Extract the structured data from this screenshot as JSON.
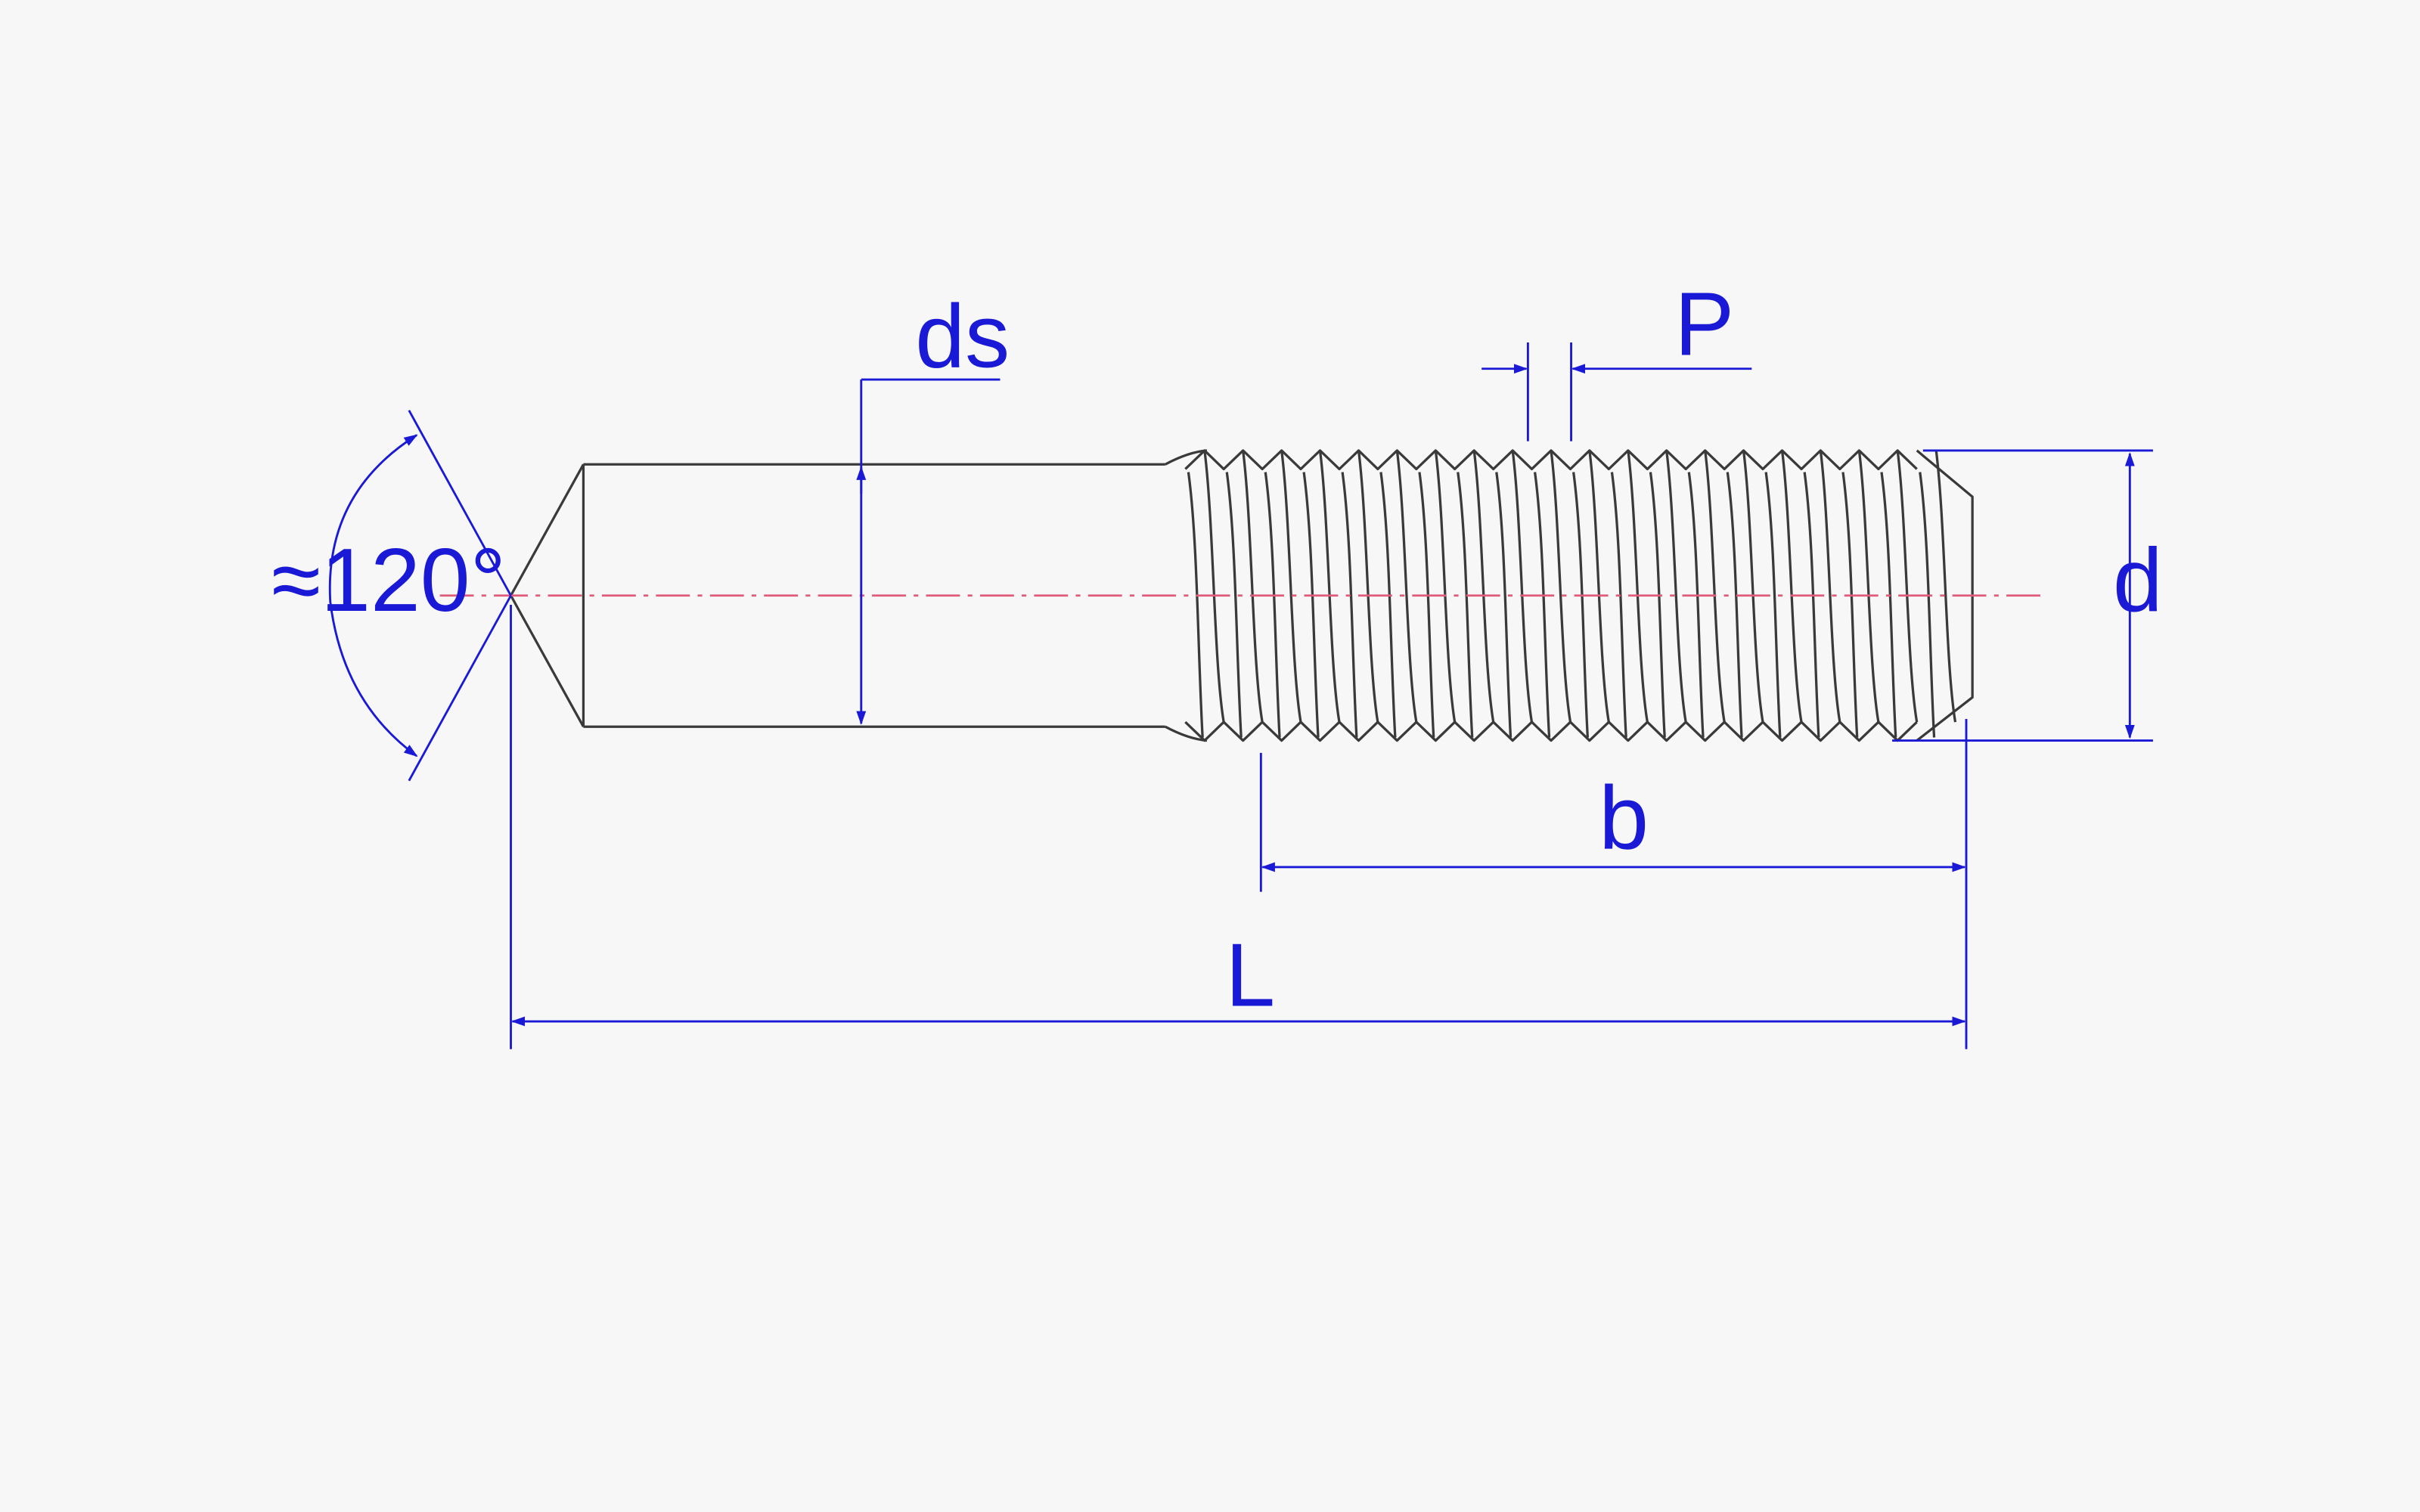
{
  "colors": {
    "background": "#f7f7f7",
    "outline": "#3a3a3a",
    "dimension": "#1a1ad6",
    "centerline": "#e05a7a"
  },
  "labels": {
    "angle": "≈120°",
    "ds": "ds",
    "pitch": "P",
    "d": "d",
    "b": "b",
    "L": "L"
  },
  "thread": {
    "visible_crests": 19
  }
}
